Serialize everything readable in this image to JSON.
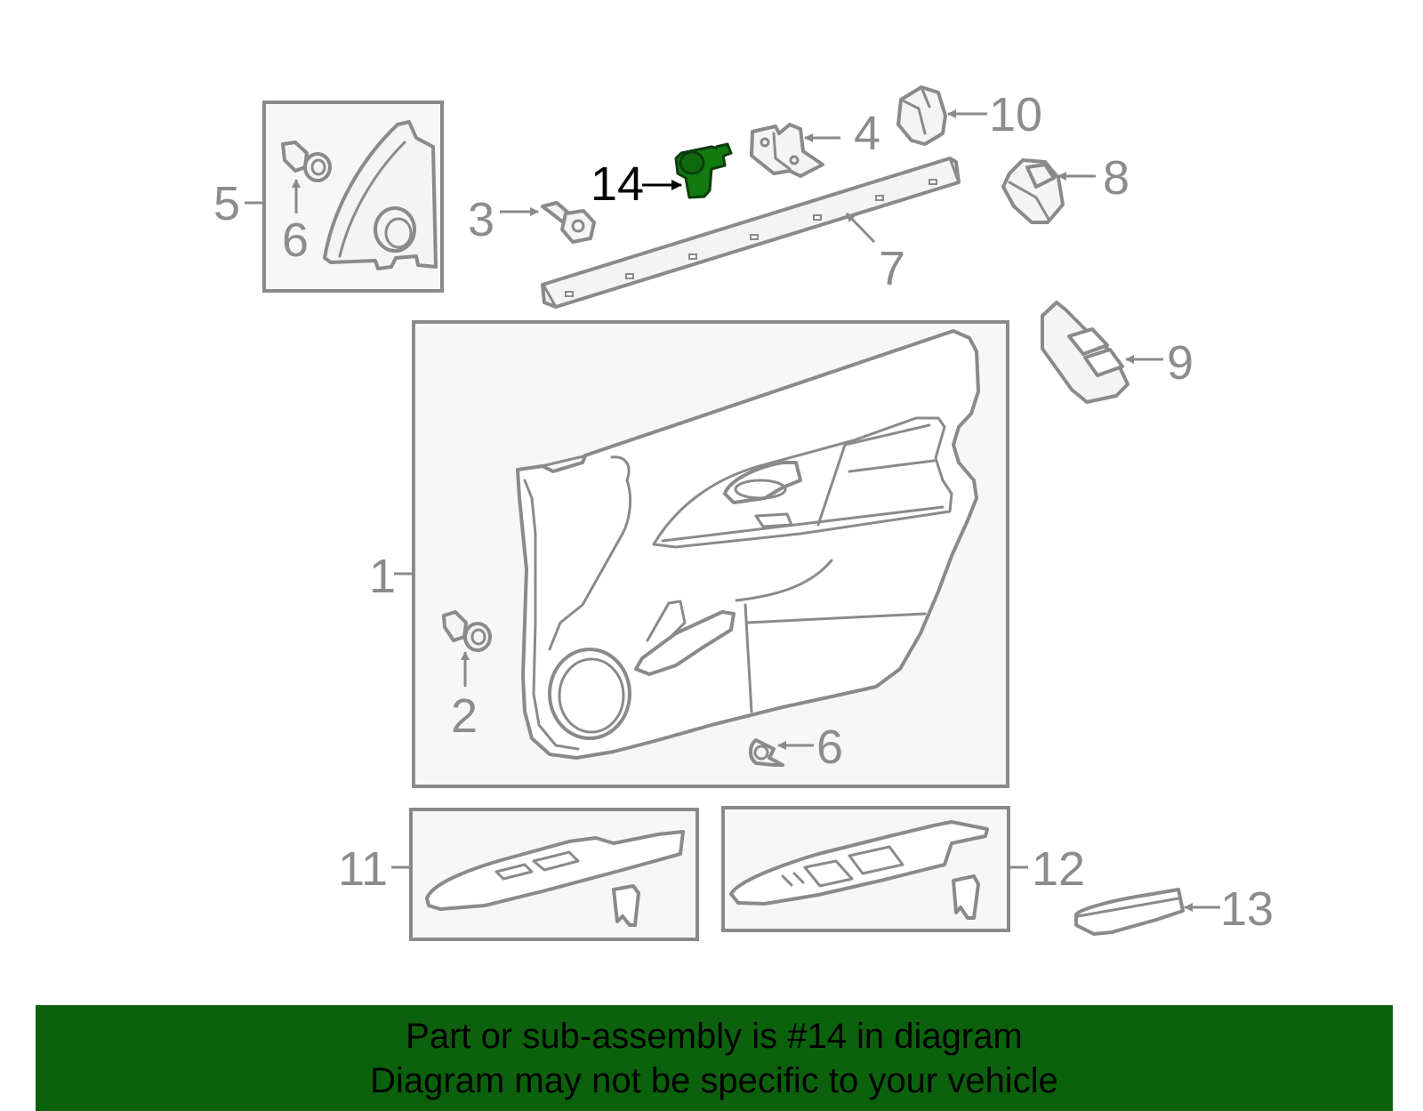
{
  "diagram": {
    "highlight_color": "#117a11",
    "labels": {
      "l1": "1",
      "l2": "2",
      "l3": "3",
      "l4": "4",
      "l5": "5",
      "l6a": "6",
      "l6b": "6",
      "l7": "7",
      "l8": "8",
      "l9": "9",
      "l10": "10",
      "l11": "11",
      "l12": "12",
      "l13": "13",
      "l14": "14"
    }
  },
  "banner": {
    "line1": "Part or sub-assembly is #14 in diagram",
    "line2": "Diagram may not be specific to your vehicle",
    "color": "#0c620c"
  }
}
